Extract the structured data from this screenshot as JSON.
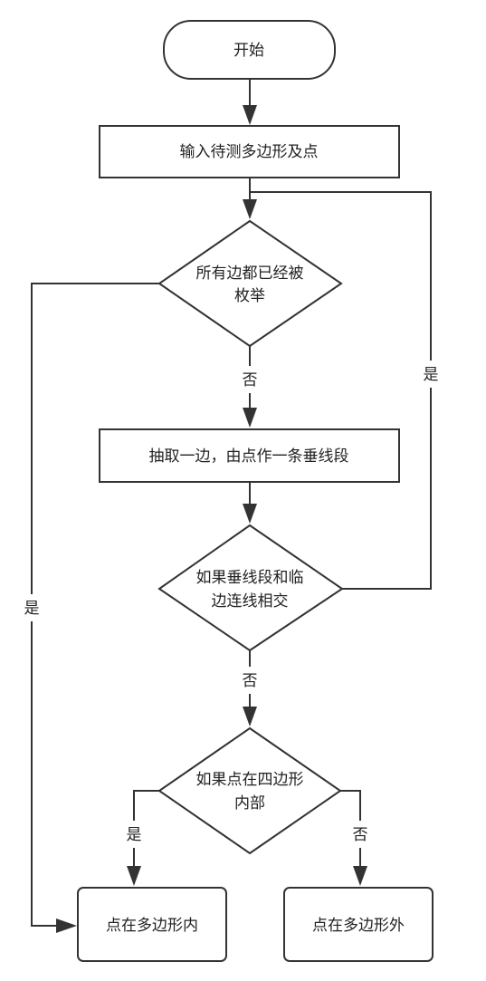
{
  "nodes": {
    "start": "开始",
    "input": "输入待测多边形及点",
    "all_edges_enumerated": [
      "所有边都已经被",
      "枚举"
    ],
    "take_edge": "抽取一边，由点作一条垂线段",
    "intersect": [
      "如果垂线段和临",
      "边连线相交"
    ],
    "inside_quad": [
      "如果点在四边形",
      "内部"
    ],
    "inside": "点在多边形内",
    "outside": "点在多边形外"
  },
  "edges": {
    "enum_no": "否",
    "enum_yes": "是",
    "intersect_yes": "是",
    "intersect_no": "否",
    "quad_yes": "是",
    "quad_no": "否"
  }
}
